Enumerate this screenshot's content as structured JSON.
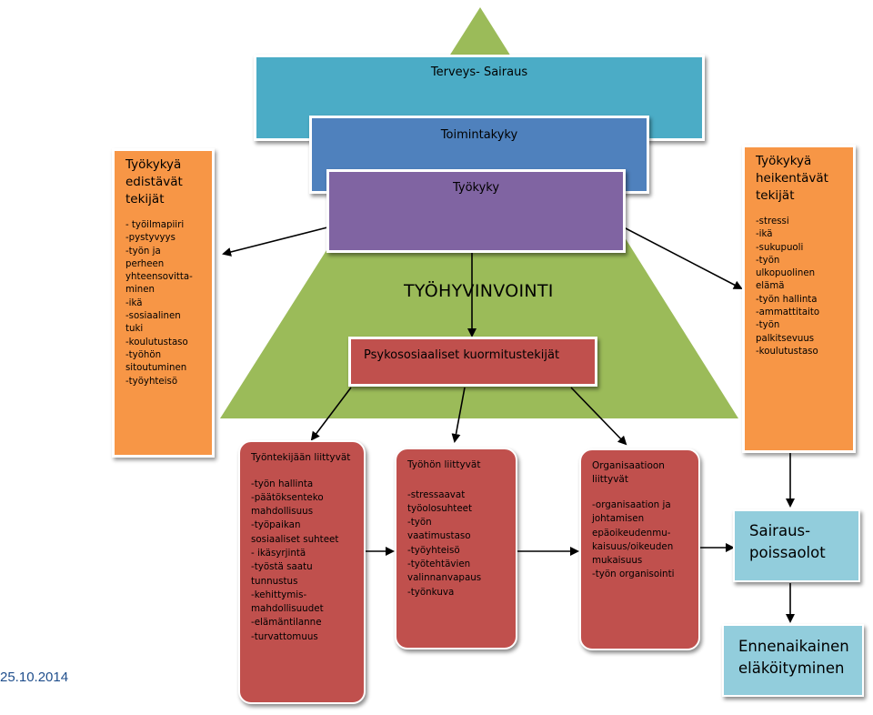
{
  "date": "25.10.2014",
  "colors": {
    "triangle": "#9bbb59",
    "health_bar": "#4bacc6",
    "capacity_bar": "#4f81bd",
    "workability_bar": "#8064a2",
    "orange_box": "#f79646",
    "red_box": "#c0504d",
    "blue_box": "#92cddc"
  },
  "pyramid": {
    "health_label": "Terveys- Sairaus",
    "functional_capacity_label": "Toimintakyky",
    "work_ability_label": "Työkyky",
    "wellbeing_label": "TYÖHYVINVOINTI"
  },
  "psychosocial": {
    "label": "Psykososiaaliset kuormitustekijät"
  },
  "promoting_factors": {
    "title": "Työkykyä edistävät tekijät",
    "items": [
      "- työilmapiiri",
      "-pystyvyys",
      "-työn ja",
      "perheen",
      "yhteensovitta-",
      "minen",
      "-ikä",
      "-sosiaalinen",
      "tuki",
      "-koulutustaso",
      "-työhön",
      "sitoutuminen",
      "-työyhteisö"
    ]
  },
  "weakening_factors": {
    "title": "Työkykyä heikentävät tekijät",
    "items": [
      "-stressi",
      "-ikä",
      "-sukupuoli",
      "-työn",
      "ulkopuolinen",
      "elämä",
      "-työn hallinta",
      "-ammattitaito",
      "-työn",
      "palkitsevuus",
      "-koulutustaso"
    ]
  },
  "employee_related": {
    "title": "Työntekijään liittyvät",
    "items": [
      "-työn hallinta",
      "-päätöksenteko",
      "mahdollisuus",
      "-työpaikan",
      "sosiaaliset suhteet",
      "- ikäsyrjintä",
      "-työstä saatu",
      "tunnustus",
      "-kehittymis-",
      "mahdollisuudet",
      "-elämäntilanne",
      "-turvattomuus"
    ]
  },
  "work_related": {
    "title": "Työhön liittyvät",
    "items": [
      "-stressaavat",
      "työolosuhteet",
      "-työn",
      "vaatimustaso",
      "-työyhteisö",
      "-työtehtävien",
      "valinnanvapaus",
      "-työnkuva"
    ]
  },
  "organisation_related": {
    "title": "Organisaatioon liittyvät",
    "items": [
      "-organisaation ja",
      "johtamisen",
      "epäoikeudenmu-",
      "kaisuus/oikeuden",
      "mukaisuus",
      "-työn organisointi"
    ]
  },
  "sick_leave": {
    "label": "Sairaus- poissaolot"
  },
  "early_retirement": {
    "label": "Ennenaikainen eläköityminen"
  }
}
